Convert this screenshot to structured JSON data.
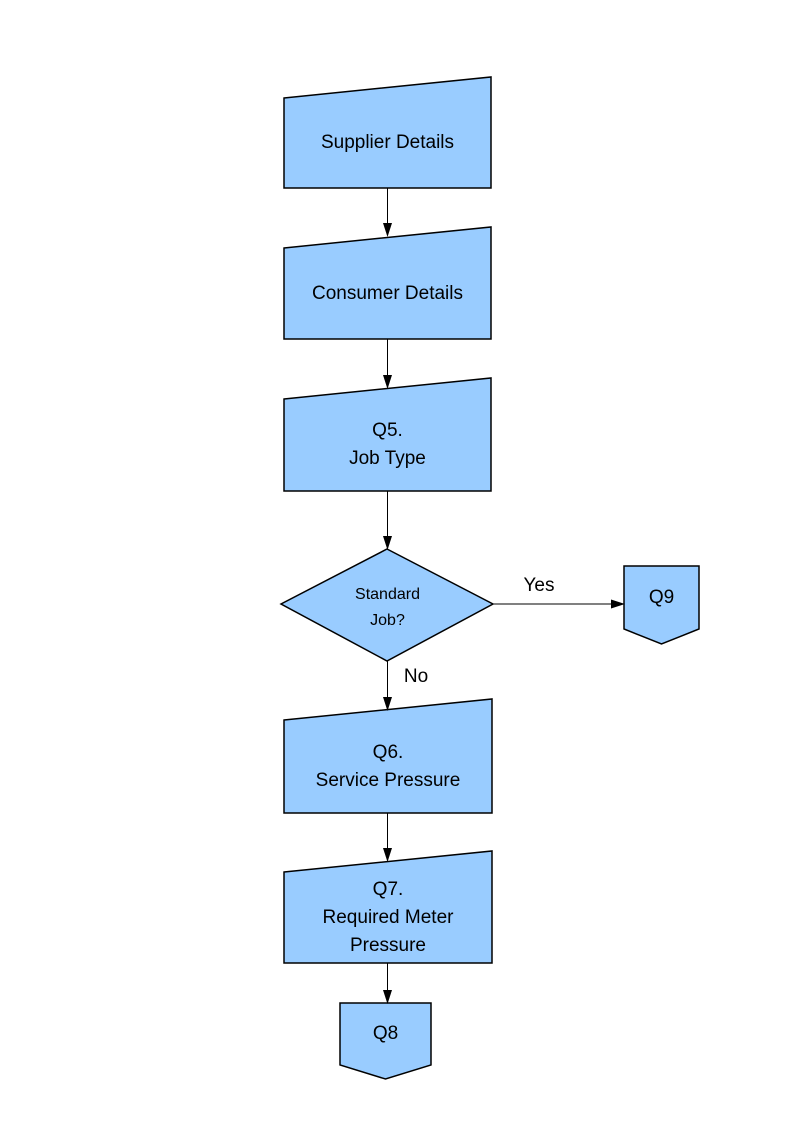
{
  "diagram": {
    "type": "flowchart",
    "colors": {
      "node_fill": "#99CCFF",
      "node_border": "#000000",
      "connector": "#000000",
      "background": "#FFFFFF",
      "text": "#000000"
    },
    "nodes": {
      "supplier": {
        "label": "Supplier Details",
        "shape": "manual-input"
      },
      "consumer": {
        "label": "Consumer Details",
        "shape": "manual-input"
      },
      "q5": {
        "label": "Q5.\nJob Type",
        "shape": "manual-input"
      },
      "standard_job": {
        "label": "Standard\nJob?",
        "shape": "decision"
      },
      "q9": {
        "label": "Q9",
        "shape": "off-page-connector"
      },
      "q6": {
        "label": "Q6.\nService Pressure",
        "shape": "manual-input"
      },
      "q7": {
        "label": "Q7.\nRequired Meter\nPressure",
        "shape": "manual-input"
      },
      "q8": {
        "label": "Q8",
        "shape": "off-page-connector"
      }
    },
    "edges": {
      "supplier_to_consumer": {
        "from": "supplier",
        "to": "consumer",
        "label": ""
      },
      "consumer_to_q5": {
        "from": "consumer",
        "to": "q5",
        "label": ""
      },
      "q5_to_decision": {
        "from": "q5",
        "to": "standard_job",
        "label": ""
      },
      "decision_to_q9": {
        "from": "standard_job",
        "to": "q9",
        "label": "Yes"
      },
      "decision_to_q6": {
        "from": "standard_job",
        "to": "q6",
        "label": "No"
      },
      "q6_to_q7": {
        "from": "q6",
        "to": "q7",
        "label": ""
      },
      "q7_to_q8": {
        "from": "q7",
        "to": "q8",
        "label": ""
      }
    }
  }
}
